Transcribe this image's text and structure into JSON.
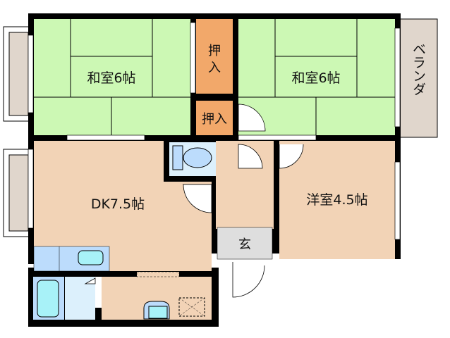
{
  "rooms": {
    "washitsu_left": "和室6帖",
    "washitsu_right": "和室6帖",
    "oshiire_top_1": "押",
    "oshiire_top_2": "入",
    "oshiire_small": "押入",
    "veranda": "ベランダ",
    "dk": "DK7.5帖",
    "youshitsu": "洋室4.5帖",
    "genkan": "玄"
  },
  "colors": {
    "tatami": "#ccf8b4",
    "oshiire": "#f2a86a",
    "floor": "#f2d3b6",
    "wet": "#dcf0fc",
    "fixture": "#a8f2f8",
    "genkan": "#dedede",
    "veranda": "#e0d6cc",
    "wall": "#000000"
  }
}
